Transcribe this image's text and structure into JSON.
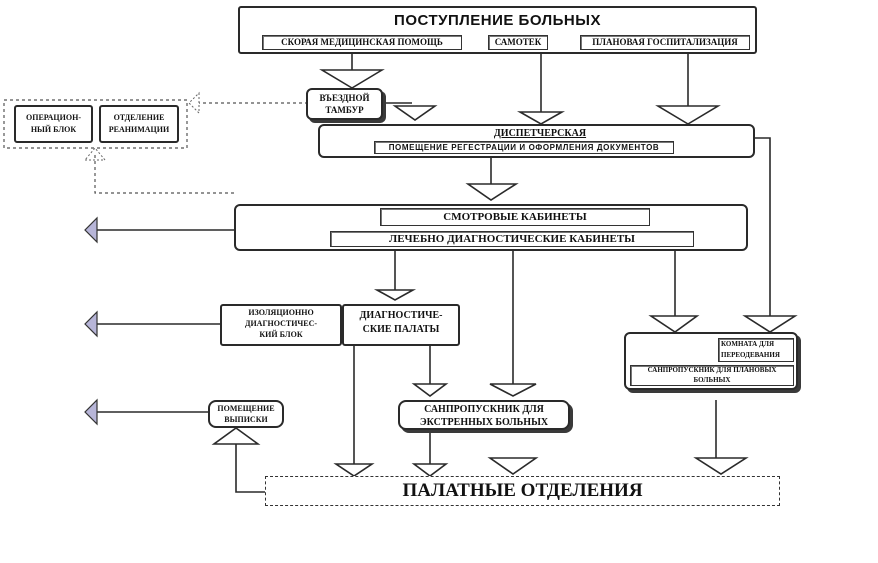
{
  "colors": {
    "line": "#2a2a2a",
    "side_arrow": "#b7b5d8",
    "dashed": "#555555"
  },
  "icons": [
    "triangle-arrow-down-icon",
    "triangle-arrow-up-icon",
    "triangle-arrow-left-icon"
  ],
  "admission": {
    "title": "ПОСТУПЛЕНИЕ БОЛЬНЫХ",
    "ambulance": "СКОРАЯ МЕДИЦИНСКАЯ ПОМОЩЬ",
    "self": "САМОТЕК",
    "planned": "ПЛАНОВАЯ ГОСПИТАЛИЗАЦИЯ"
  },
  "vestibule": {
    "line1": "ВЪЕЗДНОЙ",
    "line2": "ТАМБУР"
  },
  "operating_block": {
    "line1": "ОПЕРАЦИОН-",
    "line2": "НЫЙ БЛОК"
  },
  "reanimation": {
    "line1": "ОТДЕЛЕНИЕ",
    "line2": "РЕАНИМАЦИИ"
  },
  "dispatch": {
    "title": "ДИСПЕТЧЕРСКАЯ",
    "registration": "ПОМЕЩЕНИЕ РЕГЕСТРАЦИИ И ОФОРМЛЕНИЯ ДОКУМЕНТОВ"
  },
  "exam": {
    "rooms": "СМОТРОВЫЕ КАБИНЕТЫ",
    "treatment": "ЛЕЧЕБНО ДИАГНОСТИЧЕСКИЕ КАБИНЕТЫ"
  },
  "isolation": {
    "line1": "ИЗОЛЯЦИОННО",
    "line2": "ДИАГНОСТИЧЕС-",
    "line3": "КИЙ БЛОК"
  },
  "diag_wards": {
    "line1": "ДИАГНОСТИЧЕ-",
    "line2": "СКИЕ ПАЛАТЫ"
  },
  "planned_block": {
    "changing": {
      "line1": "КОМНАТА ДЛЯ",
      "line2": "ПЕРЕОДЕВАНИЯ"
    },
    "sanitary": {
      "line1": "САНПРОПУСКНИК ДЛЯ ПЛАНОВЫХ",
      "line2": "БОЛЬНЫХ"
    }
  },
  "discharge": {
    "line1": "ПОМЕЩЕНИЕ",
    "line2": "ВЫПИСКИ"
  },
  "emergency_sanitary": {
    "line1": "САНПРОПУСКНИК ДЛЯ",
    "line2": "ЭКСТРЕННЫХ БОЛЬНЫХ"
  },
  "wards": {
    "title": "ПАЛАТНЫЕ ОТДЕЛЕНИЯ"
  }
}
